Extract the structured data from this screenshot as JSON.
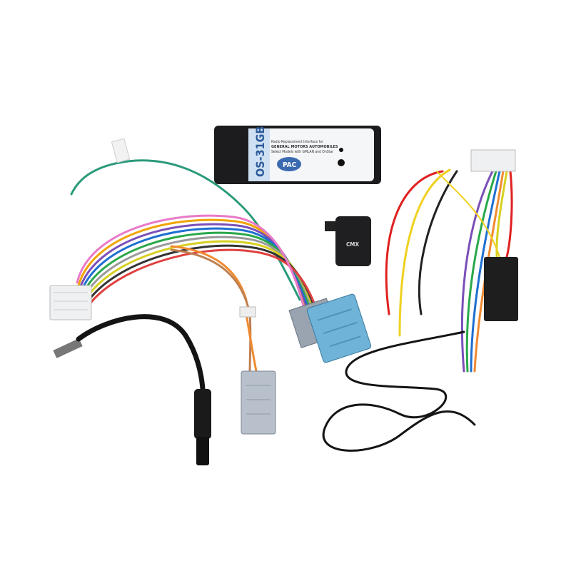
{
  "product": {
    "module": {
      "model": "OS-31GB",
      "line1": "Radio Replacement Interface for",
      "line2": "GENERAL MOTORS AUTOMOBILES",
      "line3": "Select Models with GMLAN and OnStar",
      "brand": "PAC",
      "label_color": "#cfe0f3",
      "body_color": "#1c1c1e"
    },
    "remote": {
      "brand": "CMX"
    }
  },
  "colors": {
    "connector_blue": "#6fb3d8",
    "connector_gray": "#9aa3b0",
    "connector_white": "#eef0f2",
    "cable_black": "#141414",
    "green_wire": "#2a9a7a"
  }
}
